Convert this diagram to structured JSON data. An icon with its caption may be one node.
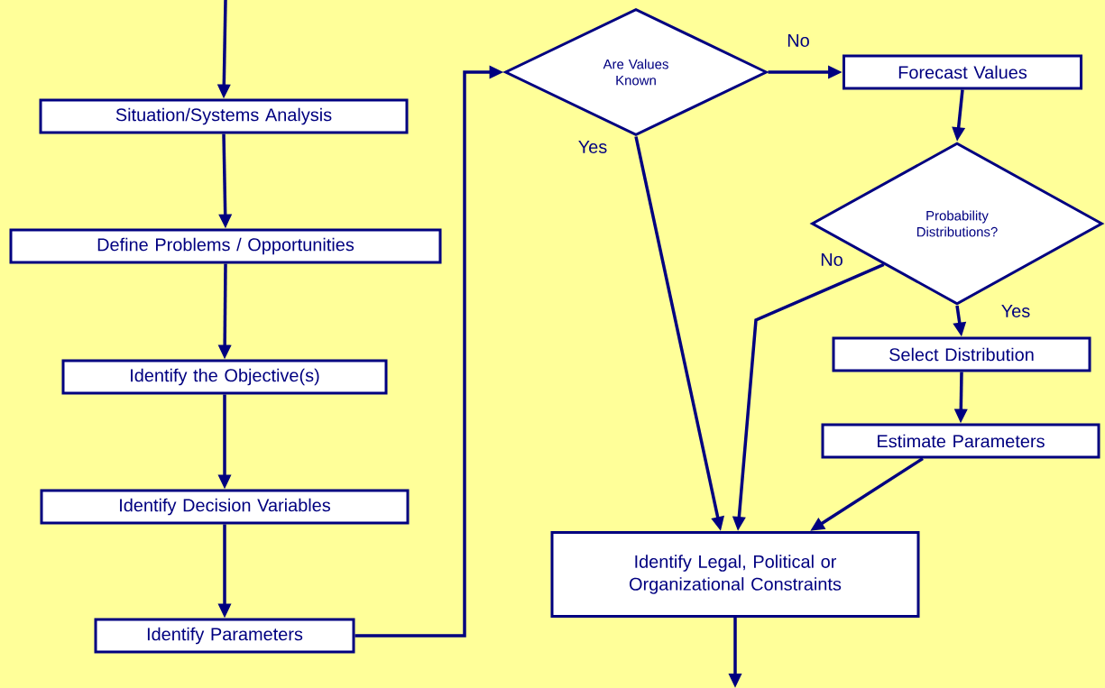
{
  "diagram": {
    "nodes": [
      {
        "text": [
          "Situation/Systems Analysis"
        ]
      },
      {
        "text": [
          "Define Problems / Opportunities"
        ]
      },
      {
        "text": [
          "Identify the Objective(s)"
        ]
      },
      {
        "text": [
          "Identify Decision Variables"
        ]
      },
      {
        "text": [
          "Identify Parameters"
        ]
      },
      {
        "text": [
          "Are Values Known"
        ]
      },
      {
        "text": [
          "Forecast Values"
        ]
      },
      {
        "text": [
          "Probability Distributions?"
        ]
      },
      {
        "text": [
          "Select Distribution"
        ]
      },
      {
        "text": [
          "Estimate Parameters"
        ]
      },
      {
        "text": [
          "Identify Legal, Political or Organizational Constraints"
        ]
      }
    ],
    "edges": [
      {
        "from": null,
        "to": 0,
        "arrow": "to"
      },
      {
        "from": 0,
        "to": 1,
        "arrow": "to"
      },
      {
        "from": 1,
        "to": 2,
        "arrow": "to"
      },
      {
        "from": 2,
        "to": 3,
        "arrow": "to"
      },
      {
        "from": 3,
        "to": 4,
        "arrow": "to"
      },
      {
        "from": 4,
        "to": 5,
        "arrow": "to"
      },
      {
        "from": 5,
        "to": 6,
        "arrow": "to",
        "label": "No"
      },
      {
        "from": 5,
        "to": 10,
        "arrow": "to",
        "label": "Yes"
      },
      {
        "from": 6,
        "to": 7,
        "arrow": "to"
      },
      {
        "from": 7,
        "to": 10,
        "arrow": "to",
        "label": "No"
      },
      {
        "from": 7,
        "to": 8,
        "arrow": "to",
        "label": "Yes"
      },
      {
        "from": 8,
        "to": 9,
        "arrow": "to"
      },
      {
        "from": 9,
        "to": 10,
        "arrow": "to"
      },
      {
        "from": 10,
        "to": null,
        "arrow": "to"
      }
    ]
  }
}
